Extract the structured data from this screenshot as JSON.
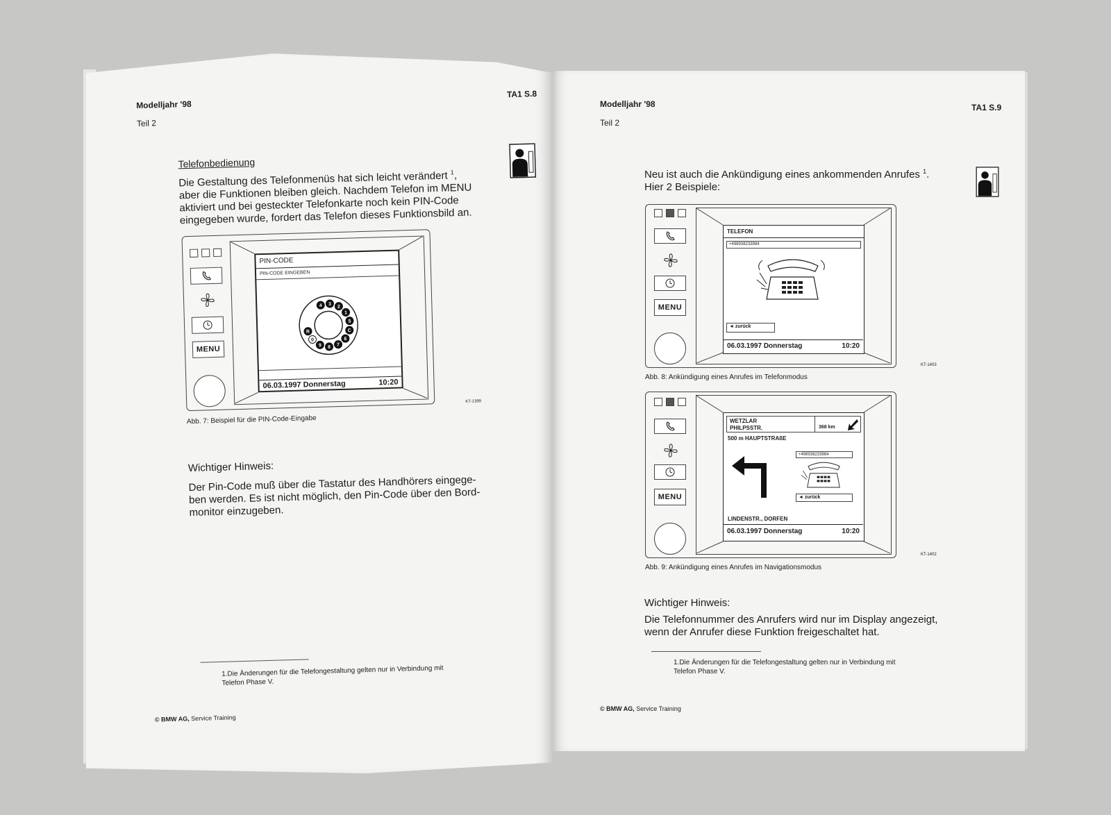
{
  "left_page": {
    "header_title": "Modelljahr '98",
    "header_sub": "Teil 2",
    "header_code": "TA1 S.8",
    "heading": "Telefonbedienung",
    "paragraph_lines": [
      "Die Gestaltung des Telefonmenüs hat sich leicht verändert ",
      "aber die Funktionen bleiben gleich. Nachdem Telefon im MENU",
      "aktiviert und bei gesteckter Telefonkarte noch kein PIN-Code",
      "eingegeben wurde, fordert das Telefon dieses Funktionsbild an."
    ],
    "footnote_mark": "1",
    "figure": {
      "screen_title": "PIN-CODE",
      "screen_subtitle": "PIN-CODE EINGEBEN",
      "dial_digits": [
        "4",
        "3",
        "2",
        "1",
        "5",
        "C",
        "6",
        "7",
        "8",
        "9",
        "0",
        "R"
      ],
      "date_text": "06.03.1997 Donnerstag",
      "time_text": "10:20",
      "menu_label": "MENU",
      "figure_code": "KT-1399",
      "caption": "Abb. 7: Beispiel für die PIN-Code-Eingabe"
    },
    "note_title": "Wichtiger Hinweis:",
    "note_lines": [
      "Der Pin-Code muß über die Tastatur des Handhörers eingege-",
      "ben werden. Es ist nicht möglich, den Pin-Code über den Bord-",
      "monitor einzugeben."
    ],
    "footnote_lines": [
      "1.Die Änderungen für die Telefongestaltung gelten nur in Verbindung mit",
      "Telefon Phase V."
    ],
    "copyright_bold": "© BMW AG,",
    "copyright_rest": " Service Training"
  },
  "right_page": {
    "header_title": "Modelljahr '98",
    "header_sub": "Teil 2",
    "header_code": "TA1 S.9",
    "intro_lines": [
      "Neu ist auch die Ankündigung eines ankommenden Anrufes ",
      "Hier 2 Beispiele:"
    ],
    "footnote_mark": "1",
    "figure8": {
      "screen_title": "TELEFON",
      "phone_number": "+498938233984",
      "back_label": "◄ zurück",
      "date_text": "06.03.1997 Donnerstag",
      "time_text": "10:20",
      "menu_label": "MENU",
      "figure_code": "KT-1403",
      "caption": "Abb. 8: Ankündigung eines Anrufes im Telefonmodus"
    },
    "figure9": {
      "city": "WETZLAR",
      "street": "PHILPSSTR.",
      "distance": "368 km",
      "next_turn": "500 m  HAUPTSTRAßE",
      "phone_number": "+498938233984",
      "back_label": "◄ zurück",
      "current_road": "LINDENSTR., DORFEN",
      "date_text": "06.03.1997 Donnerstag",
      "time_text": "10:20",
      "menu_label": "MENU",
      "figure_code": "KT-1402",
      "caption": "Abb. 9: Ankündigung eines Anrufes im Navigationsmodus"
    },
    "note_title": "Wichtiger Hinweis:",
    "note_lines": [
      "Die Telefonnummer des Anrufers wird nur im Display angezeigt,",
      "wenn der Anrufer diese Funktion freigeschaltet hat."
    ],
    "footnote_lines": [
      "1.Die Änderungen für die Telefongestaltung gelten nur in Verbindung mit",
      "Telefon Phase V."
    ],
    "copyright_bold": "© BMW AG,",
    "copyright_rest": " Service Training"
  }
}
